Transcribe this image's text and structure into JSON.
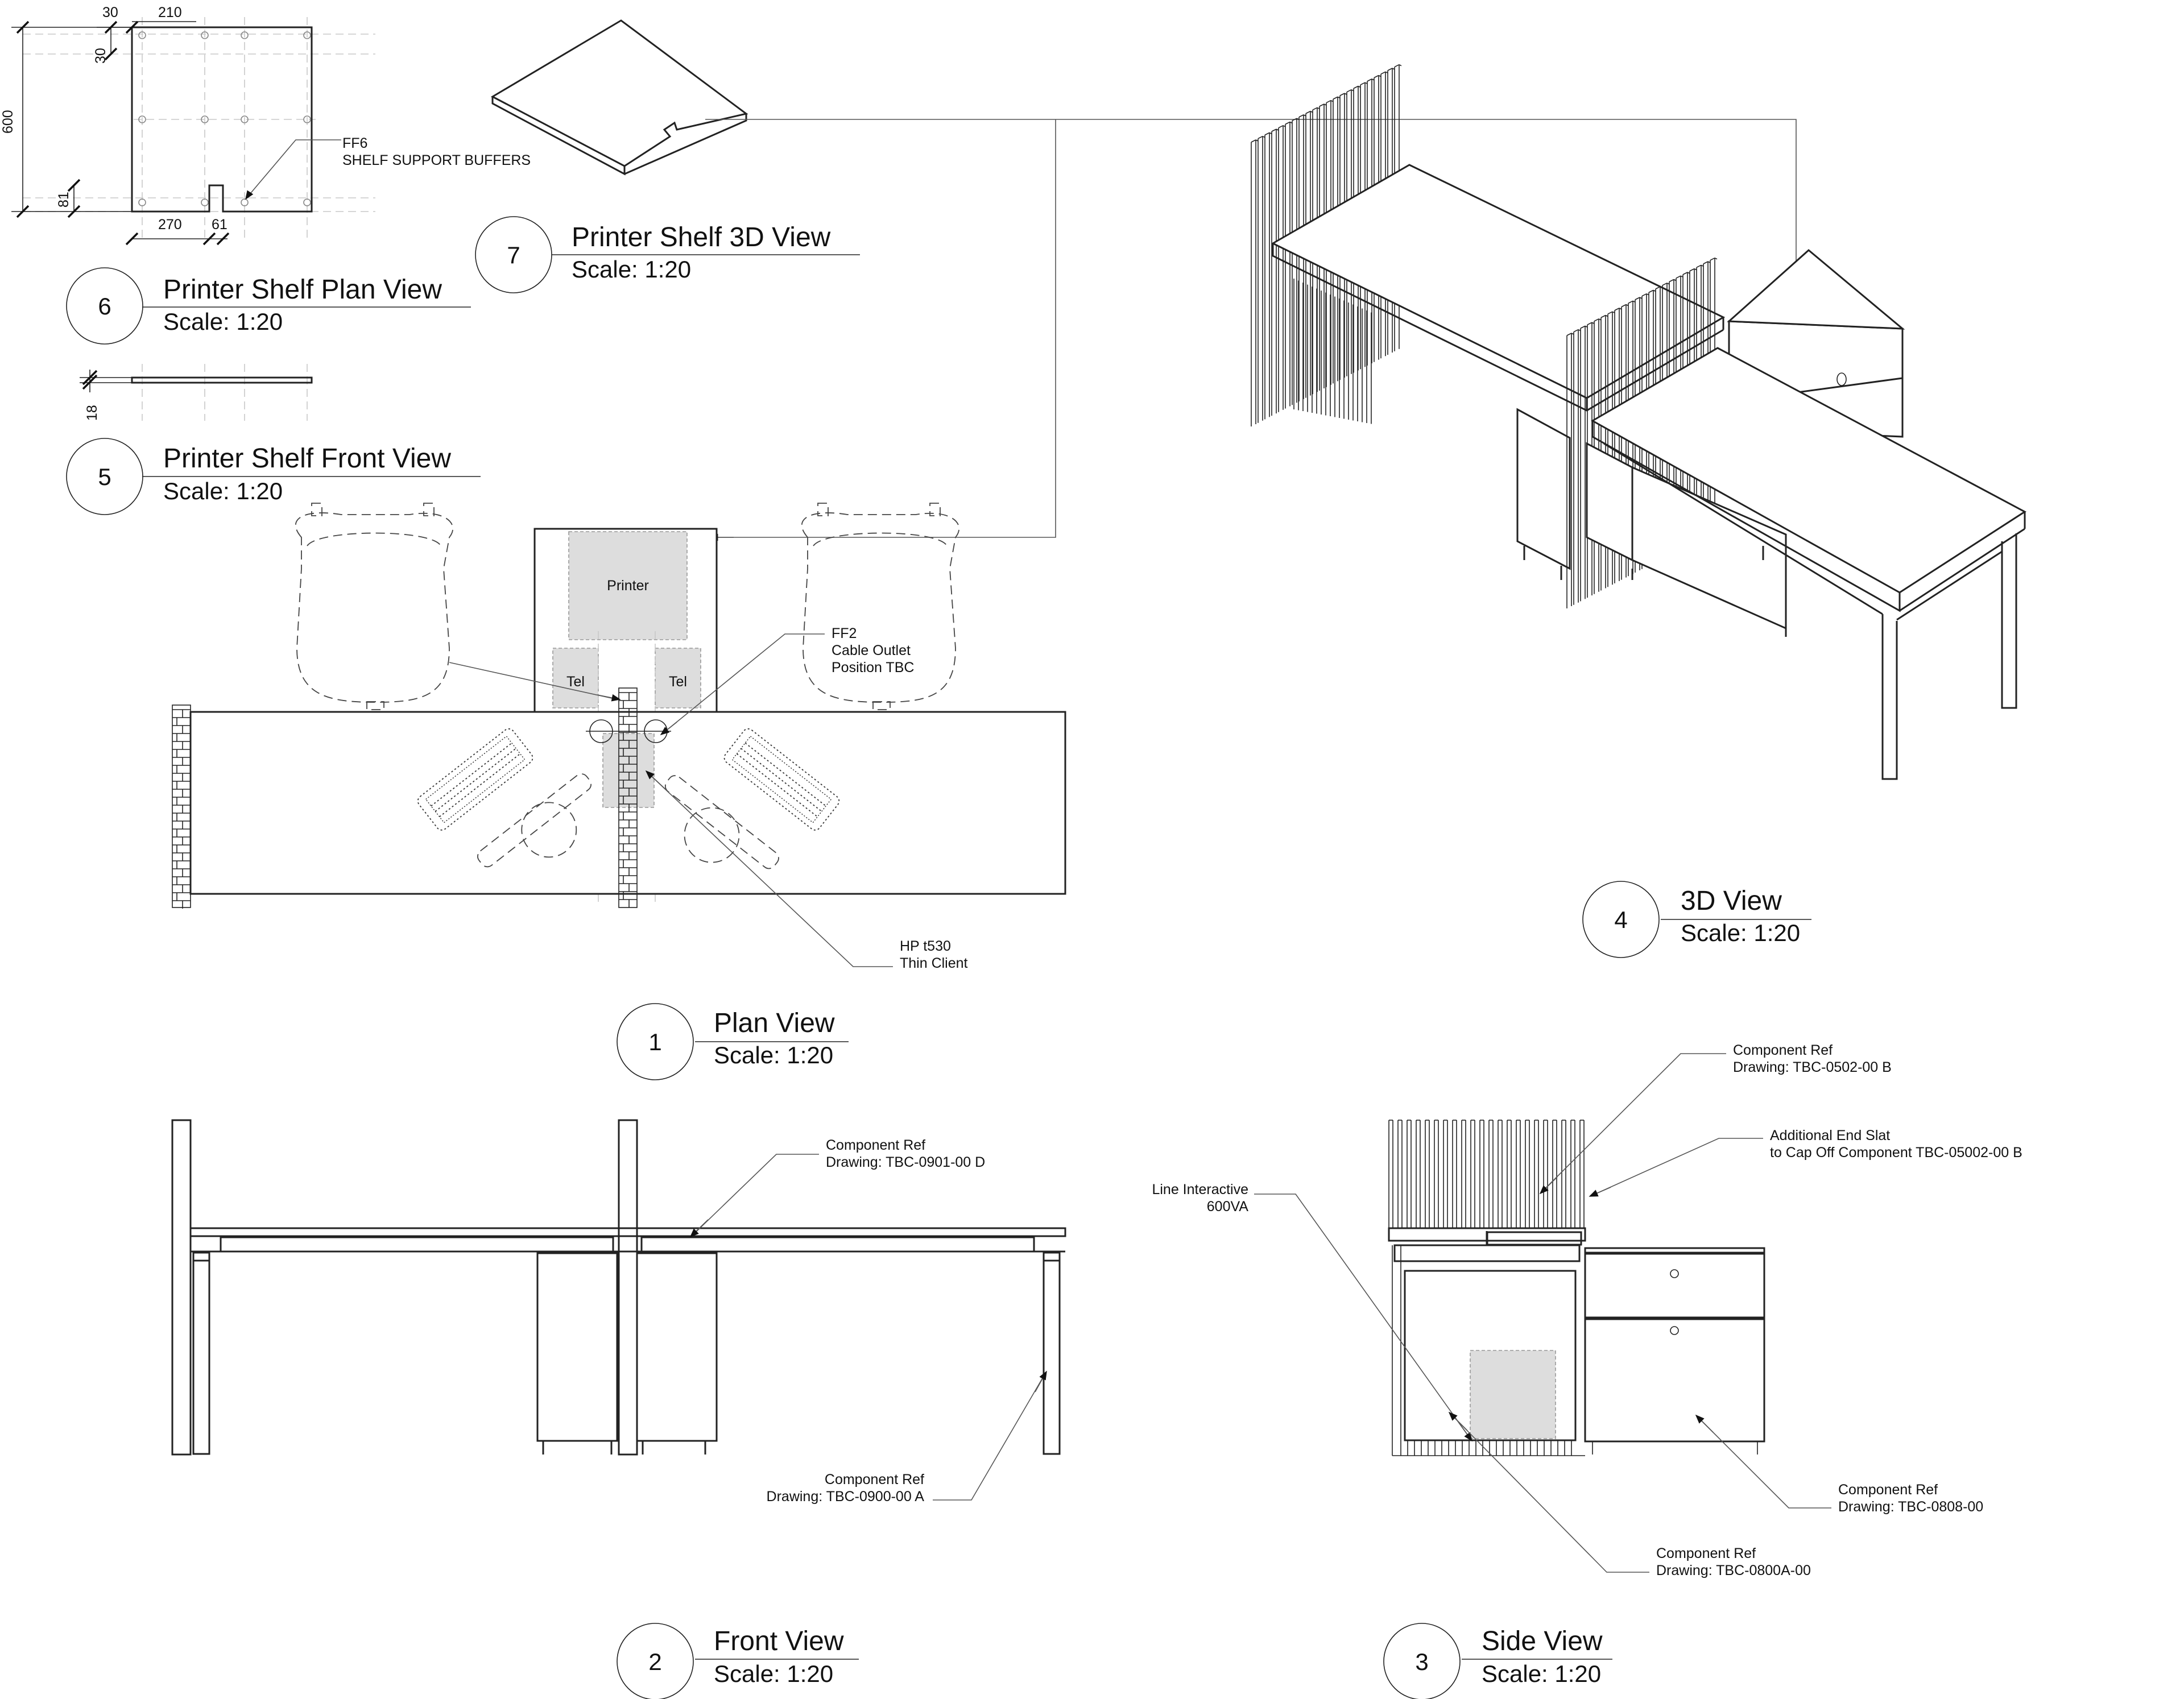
{
  "views": {
    "plan_view": {
      "number": "1",
      "title": "Plan View",
      "scale": "Scale: 1:20"
    },
    "front_view": {
      "number": "2",
      "title": "Front View",
      "scale": "Scale: 1:20"
    },
    "side_view": {
      "number": "3",
      "title": "Side View",
      "scale": "Scale: 1:20"
    },
    "view_3d": {
      "number": "4",
      "title": "3D View",
      "scale": "Scale: 1:20"
    },
    "shelf_front": {
      "number": "5",
      "title": "Printer Shelf Front View",
      "scale": "Scale: 1:20"
    },
    "shelf_plan": {
      "number": "6",
      "title": "Printer Shelf Plan View",
      "scale": "Scale: 1:20"
    },
    "shelf_3d": {
      "number": "7",
      "title": "Printer Shelf 3D View",
      "scale": "Scale: 1:20"
    }
  },
  "dimensions": {
    "d30_top": "30",
    "d210": "210",
    "d30_side": "30",
    "d600": "600",
    "d81": "81",
    "d270": "270",
    "d61": "61",
    "d18": "18"
  },
  "plan_labels": {
    "printer": "Printer",
    "tel_left": "Tel",
    "tel_right": "Tel"
  },
  "annotations": {
    "ff6_code": "FF6",
    "ff6_desc": "SHELF SUPPORT BUFFERS",
    "ff2_code": "FF2",
    "ff2_line2": "Cable Outlet",
    "ff2_line3": "Position TBC",
    "hp_line1": "HP t530",
    "hp_line2": "Thin Client",
    "front_ref_top_1": "Component Ref",
    "front_ref_top_2": "Drawing: TBC-0901-00 D",
    "front_ref_bottom_1": "Component Ref",
    "front_ref_bottom_2": "Drawing: TBC-0900-00 A",
    "side_ref_top_1": "Component Ref",
    "side_ref_top_2": "Drawing: TBC-0502-00 B",
    "side_slat_1": "Additional End Slat",
    "side_slat_2": "to Cap Off Component TBC-05002-00 B",
    "side_ups_1": "Line Interactive",
    "side_ups_2": "600VA",
    "side_ref_right_1": "Component Ref",
    "side_ref_right_2": "Drawing: TBC-0808-00",
    "side_ref_bottom_1": "Component Ref",
    "side_ref_bottom_2": "Drawing: TBC-0800A-00"
  }
}
